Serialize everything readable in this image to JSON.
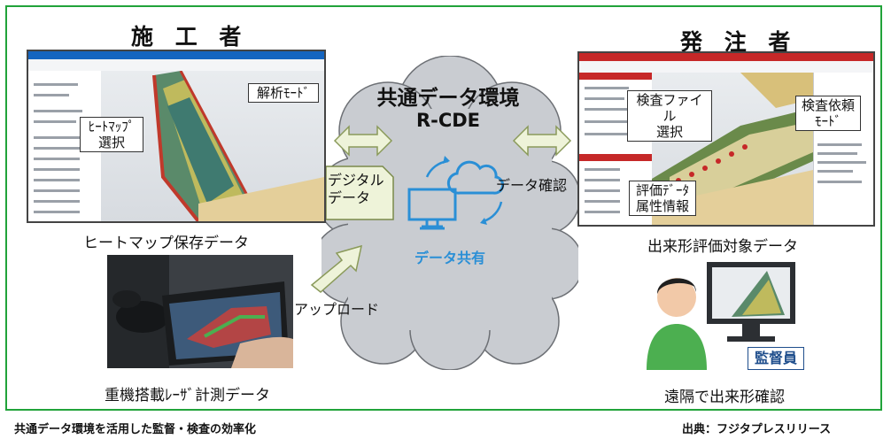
{
  "left_heading": "施 工 者",
  "right_heading": "発 注 者",
  "cloud": {
    "title": "共通データ環境",
    "subtitle": "R-CDE",
    "share_label": "データ共有",
    "digital_label_line1": "デジタル",
    "digital_label_line2": "データ",
    "confirm_label": "データ確認",
    "upload_label": "アップロード"
  },
  "left_shot": {
    "callout_mode": "解析ﾓｰﾄﾞ",
    "callout_heatmap_line1": "ﾋｰﾄﾏｯﾌﾟ",
    "callout_heatmap_line2": "選択",
    "caption": "ヒートマップ保存データ"
  },
  "machine_photo": {
    "caption": "重機搭載ﾚｰｻﾞ計測データ"
  },
  "right_shot": {
    "callout_file_line1": "検査ファイル",
    "callout_file_line2": "選択",
    "callout_request_line1": "検査依頼",
    "callout_request_line2": "ﾓｰﾄﾞ",
    "callout_eval_line1": "評価ﾃﾞｰﾀ",
    "callout_eval_line2": "属性情報",
    "caption": "出来形評価対象データ"
  },
  "supervisor": {
    "badge": "監督員",
    "caption": "遠隔で出来形確認"
  },
  "footer": {
    "left": "共通データ環境を活用した監督・検査の効率化",
    "right": "出典：フジタプレスリリース"
  },
  "colors": {
    "frame": "#21a33a",
    "cloud_fill": "#c9ccd1",
    "accent_blue": "#2a8fd6",
    "arrow_fill": "#eef3d9",
    "red_bar": "#c62828"
  }
}
